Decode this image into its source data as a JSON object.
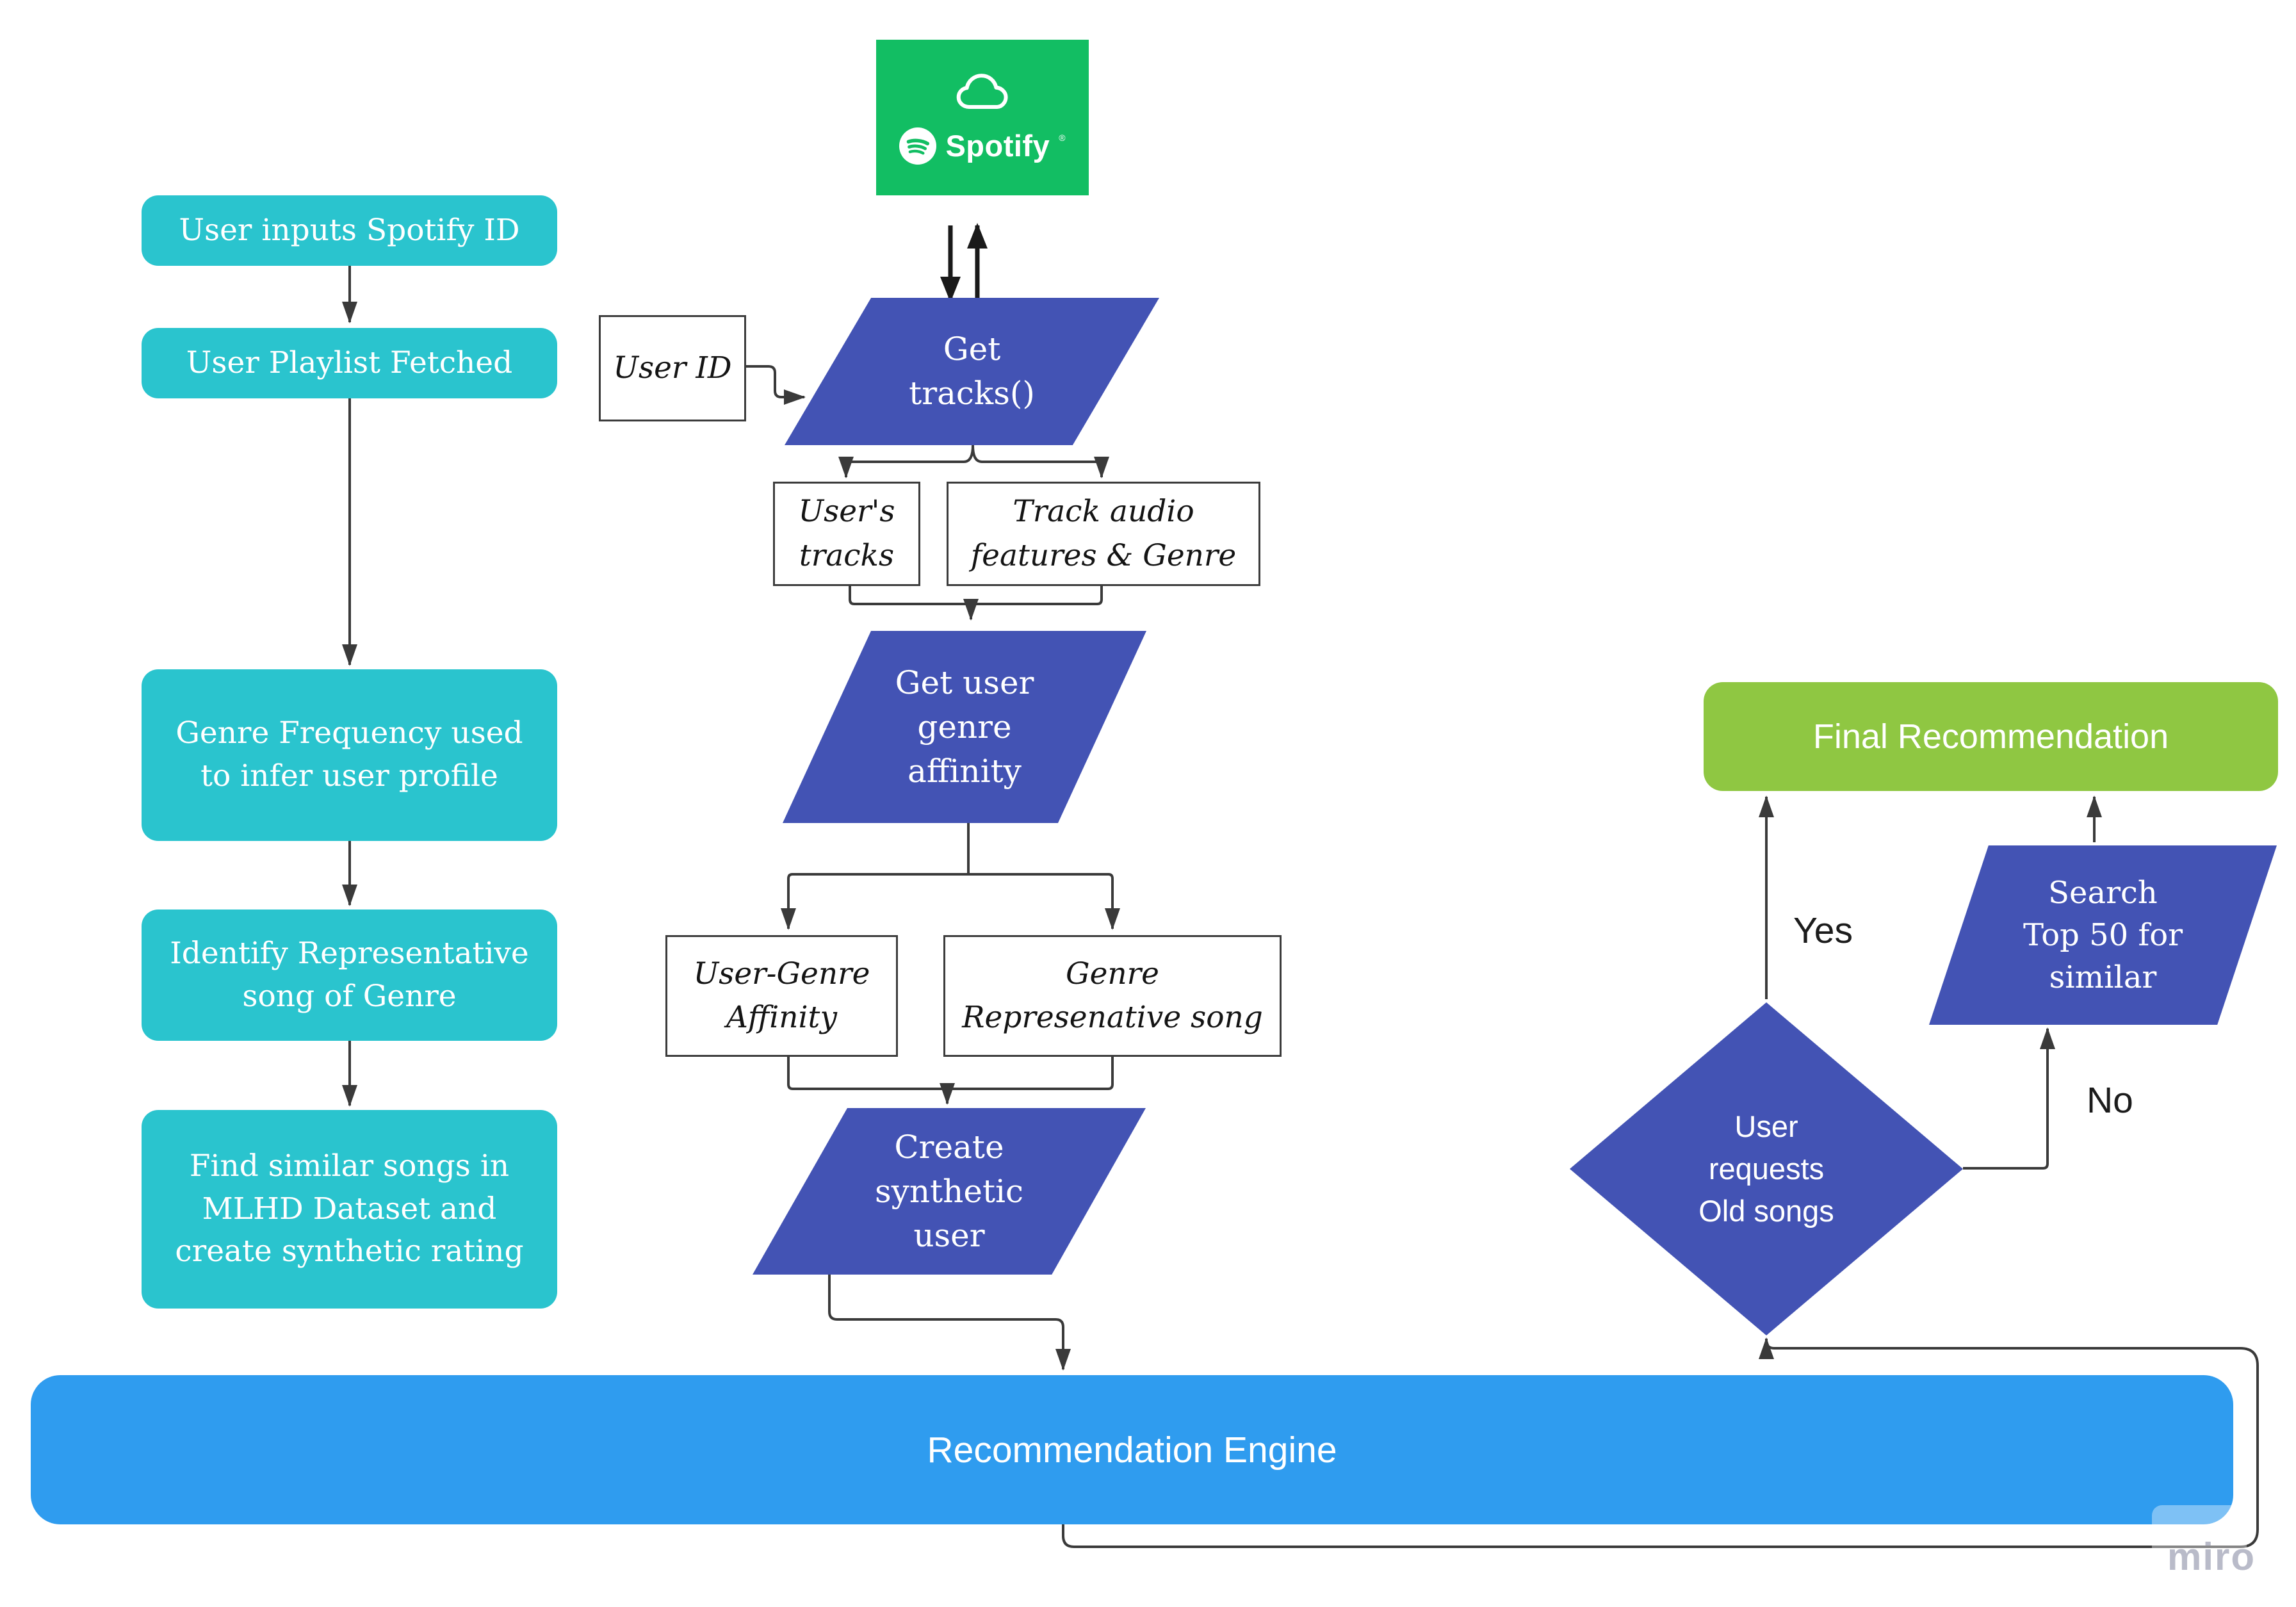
{
  "left_flow": {
    "step1": "User inputs Spotify ID",
    "step2": "User Playlist Fetched",
    "step3": "Genre Frequency used\nto infer user profile",
    "step4": "Identify Representative\nsong of Genre",
    "step5": "Find similar songs in\nMLHD Dataset and\ncreate synthetic rating"
  },
  "center_flow": {
    "user_id": "User ID",
    "get_tracks": "Get\ntracks()",
    "users_tracks": "User's\ntracks",
    "track_audio": "Track audio\nfeatures & Genre",
    "get_user_genre_affinity": "Get user\ngenre\naffinity",
    "user_genre_affinity": "User-Genre\nAffinity",
    "genre_representative_song": "Genre\nRepresenative song",
    "create_synthetic_user": "Create\nsynthetic\nuser",
    "recommendation_engine": "Recommendation Engine"
  },
  "right_flow": {
    "decision": "User\nrequests\nOld songs",
    "search_top50": "Search\nTop 50 for\nsimilar",
    "final_recommendation": "Final Recommendation",
    "yes_label": "Yes",
    "no_label": "No"
  },
  "brand": {
    "spotify": "Spotify",
    "registered_mark": "®",
    "watermark": "miro"
  },
  "colors": {
    "step_teal": "#2ac4ce",
    "parallelogram_indigo": "#4353b4",
    "engine_blue": "#2f9cef",
    "final_green": "#8fc742",
    "spotify_green": "#12be63",
    "connector_gray": "#3a3a3a"
  }
}
